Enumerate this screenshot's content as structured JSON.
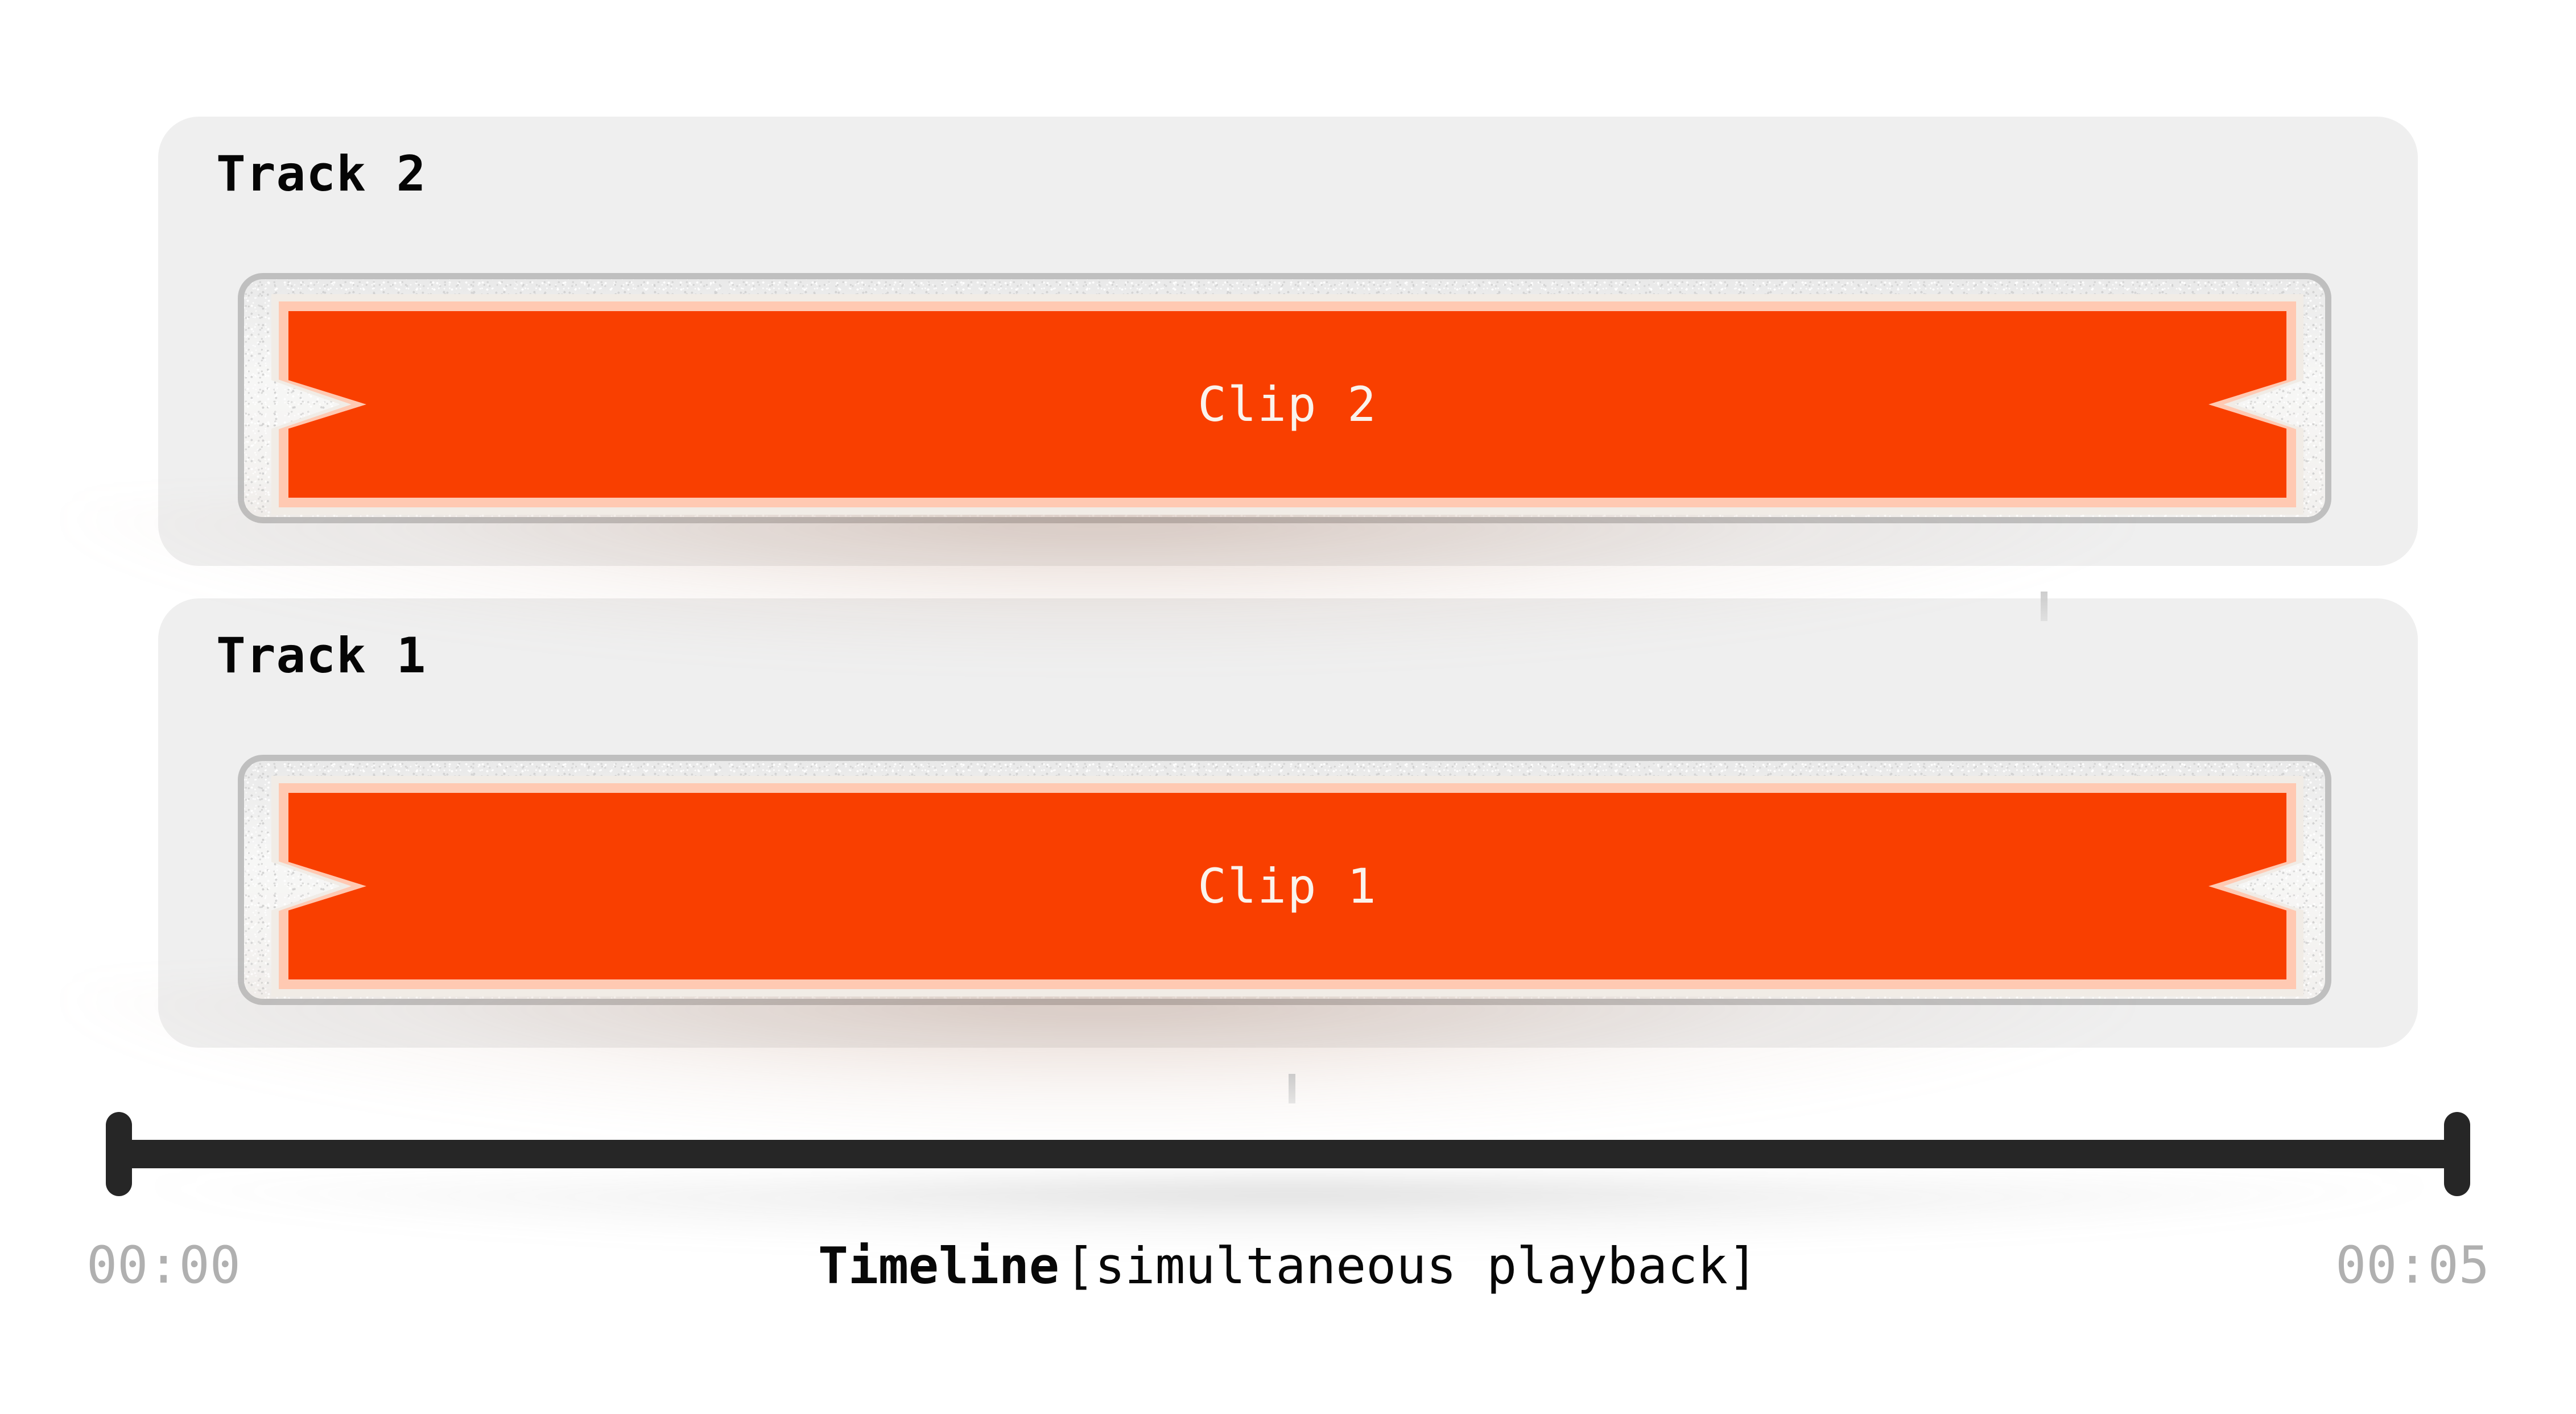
{
  "colors": {
    "page_background": "#ffffff",
    "panel_background": "#efefef",
    "lane_border": "#bfbfbf",
    "clip_fill": "#f93f00",
    "clip_inner_stroke": "#ffc9b2",
    "clip_outer_stroke": "#f1ece6",
    "clip_label": "#faf3ec",
    "ruler": "#262626",
    "time_label": "#b0b0b0",
    "track_label": "#050505"
  },
  "tracks": [
    {
      "label": "Track 2",
      "clip": {
        "label": "Clip 2"
      }
    },
    {
      "label": "Track 1",
      "clip": {
        "label": "Clip 1"
      }
    }
  ],
  "timeline": {
    "start_time": "00:00",
    "end_time": "00:05",
    "caption_title": "Timeline",
    "caption_note": "[simultaneous playback]"
  }
}
